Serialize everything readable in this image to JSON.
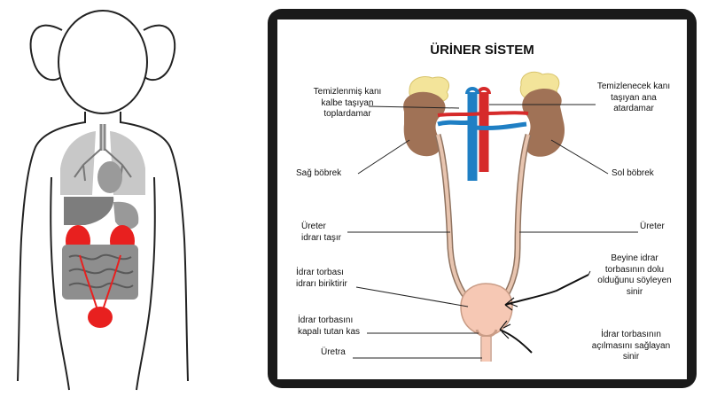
{
  "diagram": {
    "title": "ÜRİNER SİSTEM",
    "labels": {
      "clean_vein": "Temizlenmiş kanı\nkalbe taşıyan\ntoplardamar",
      "dirty_artery": "Temizlenecek kanı\ntaşıyan ana\natardamar",
      "right_kidney": "Sağ böbrek",
      "left_kidney": "Sol böbrek",
      "ureter_left": "Üreter\nidrarı taşır",
      "ureter_right": "Üreter",
      "bladder": "İdrar torbası\nidrarı biriktirir",
      "brain_nerve": "Beyine idrar\ntorbasının dolu\nolduğunu söyleyen\nsinir",
      "muscle": "İdrar torbasını\nkapalı tutan kas",
      "open_nerve": "İdrar torbasının\naçılmasını sağlayan\nsinir",
      "urethra": "Üretra"
    },
    "colors": {
      "vein": "#1f7fc4",
      "artery": "#d62a2a",
      "kidney": "#a07256",
      "adrenal": "#f3e49a",
      "ureter": "#e8c5b0",
      "bladder": "#f6c8b4",
      "organ_highlight": "#e8201f",
      "organ_gray": "#8a8a8a"
    }
  }
}
